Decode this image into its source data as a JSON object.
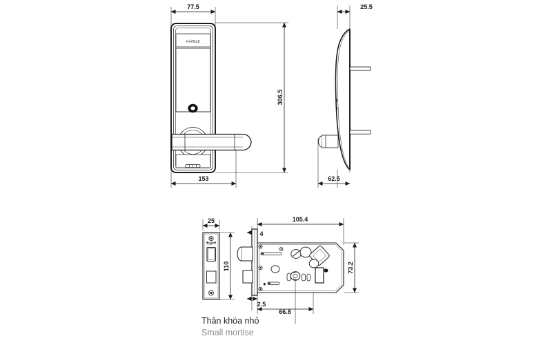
{
  "drawing": {
    "title_vn": "Thân khóa nhỏ",
    "title_en": "Small mortise",
    "brand": "HÄFELE",
    "line_color": "#1a1a1a",
    "dim_color": "#1a1a1a",
    "caption_vn_color": "#231f20",
    "caption_en_color": "#8d8d8d",
    "background": "#ffffff"
  },
  "views": {
    "front": {
      "name": "front-view",
      "dimensions": {
        "width_top": "77.5",
        "height_right": "306.5",
        "width_bottom": "153"
      }
    },
    "side": {
      "name": "side-view",
      "dimensions": {
        "depth_top": "25.5",
        "depth_bottom": "62.5"
      }
    },
    "faceplate": {
      "name": "mortise-faceplate-view",
      "marking": "UP",
      "dimensions": {
        "width": "25",
        "height": "110"
      }
    },
    "mortise": {
      "name": "mortise-body-view",
      "dimensions": {
        "overall_length": "105.4",
        "faceplate_offset": "4",
        "body_height": "73.2",
        "edge_offset": "2.5",
        "body_length": "66.8"
      }
    }
  }
}
